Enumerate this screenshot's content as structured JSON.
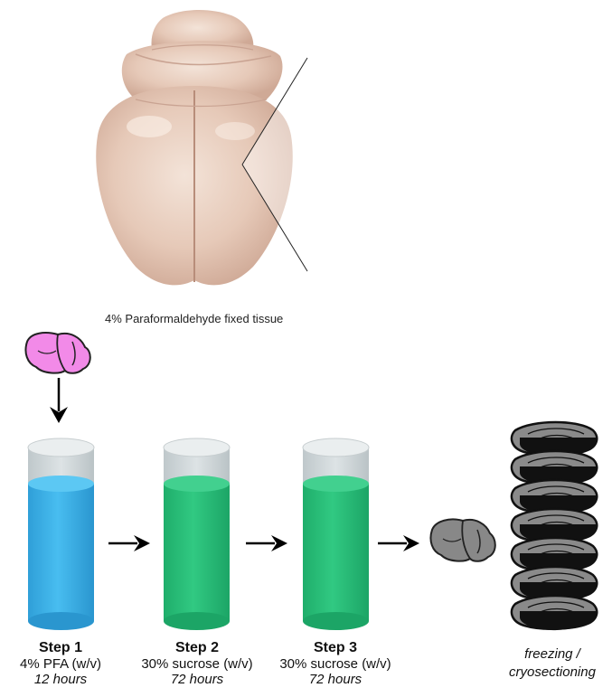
{
  "photo": {
    "caption": "4% Paraformaldehyde fixed tissue"
  },
  "steps": [
    {
      "title": "Step 1",
      "solution": "4% PFA (w/v)",
      "time": "12 hours",
      "liquid_color": "#3fb3ea"
    },
    {
      "title": "Step 2",
      "solution": "30% sucrose (w/v)",
      "time": "72 hours",
      "liquid_color": "#29c07a"
    },
    {
      "title": "Step 3",
      "solution": "30% sucrose (w/v)",
      "time": "72 hours",
      "liquid_color": "#29c07a"
    }
  ],
  "final_stage": {
    "line1": "freezing /",
    "line2": "cryosectioning"
  },
  "colors": {
    "brain_icon_fill": "#f28ae8",
    "frozen_brain_fill": "#888888",
    "section_fill": "#8a8a8a",
    "glass": "#cfd6d8"
  }
}
